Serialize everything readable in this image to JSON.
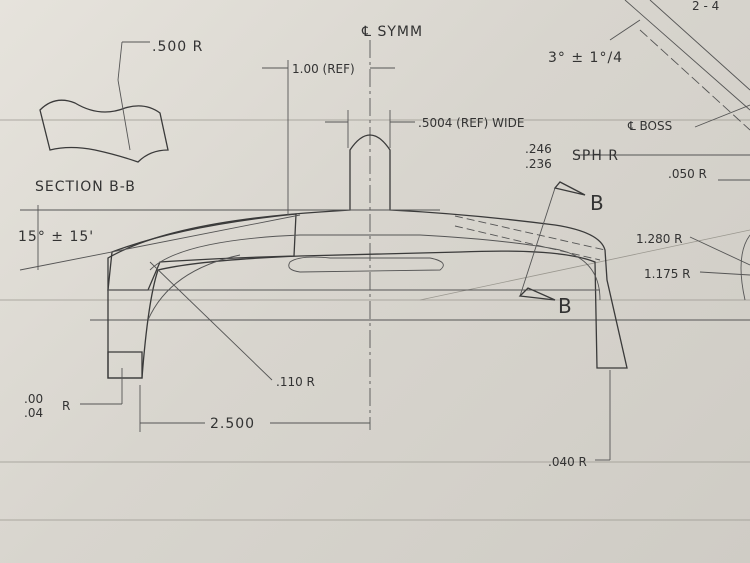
{
  "labels": {
    "symm": "℄ SYMM",
    "radius_500": ".500 R",
    "ref_100": "1.00 (REF)",
    "ref_wide": ".5004 (REF) WIDE",
    "tol_3deg": "3° ± 1°/4",
    "boss": "℄ BOSS",
    "sph_r_1": ".246",
    "sph_r_2": ".236",
    "sph_r_text": "SPH R",
    "radius_050": ".050 R",
    "section_title": "SECTION B-B",
    "section_mark_top": "B",
    "section_mark_bottom": "B",
    "angle_15": "15° ± 15'",
    "radius_1280": "1.280 R",
    "radius_1175": "1.175 R",
    "radius_110": ".110 R",
    "tol_00": ".00",
    "tol_04": ".04",
    "tol_r": "R",
    "dim_2500": "2.500",
    "radius_040": ".040 R",
    "corner_fragment": "2 - 4"
  },
  "colors": {
    "paper": "#dedbd4",
    "ink": "#3a3a3a",
    "hatch": "#555555"
  }
}
